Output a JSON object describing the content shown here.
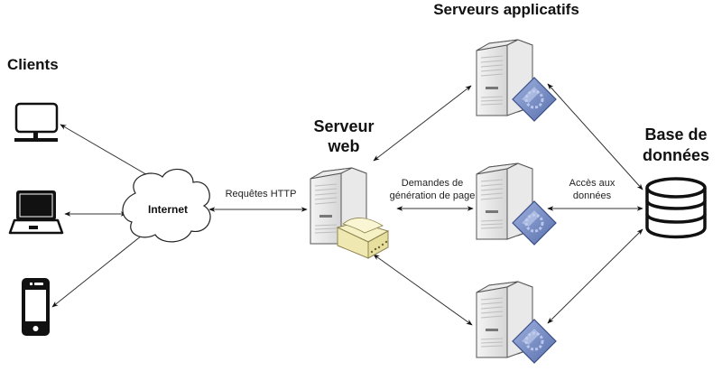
{
  "titles": {
    "clients": "Clients",
    "web_server_line1": "Serveur",
    "web_server_line2": "web",
    "app_servers": "Serveurs applicatifs",
    "database_line1": "Base de",
    "database_line2": "données"
  },
  "nodes": {
    "internet": "Internet"
  },
  "edge_labels": {
    "http_requests": "Requêtes HTTP",
    "page_gen_line1": "Demandes de",
    "page_gen_line2": "génération de page",
    "data_access_line1": "Accès aux",
    "data_access_line2": "données"
  },
  "icons": {
    "clients": [
      "desktop-monitor-icon",
      "laptop-icon",
      "smartphone-icon"
    ],
    "internet": "cloud-icon",
    "web_server": "web-server-icon",
    "app_servers": [
      "application-server-icon",
      "application-server-icon",
      "application-server-icon"
    ],
    "database": "database-icon"
  },
  "colors": {
    "line": "#333333",
    "server_body": "#e6e6e6",
    "app_badge": "#6f86c0",
    "web_badge": "#f2edb4"
  }
}
